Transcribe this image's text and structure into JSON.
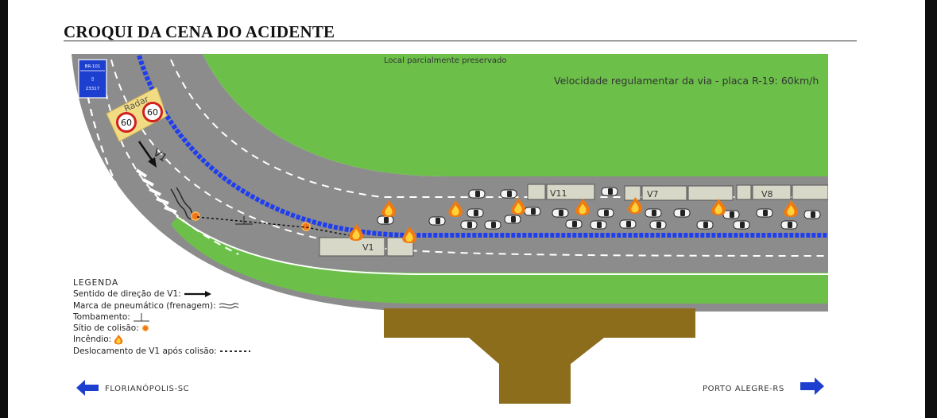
{
  "document": {
    "title": "CROQUI DA CENA DO ACIDENTE"
  },
  "scene": {
    "preserved_note": "Local parcialmente preservado",
    "speed_note": "Velocidade regulamentar da via - placa R-19: 60km/h",
    "road_sign": {
      "line1": "BR-101",
      "line2": "23317"
    },
    "radar_label": "Radar",
    "speed_limit": "60",
    "vehicle_labels": {
      "v1_direction": "V1",
      "v1": "V1",
      "v11": "V11",
      "v7": "V7",
      "v8": "V8"
    },
    "colors": {
      "asphalt": "#8a8a8a",
      "grass": "#6cc04a",
      "median": "#1e3ef0",
      "bridge": "#8b6d1c",
      "radar": "#f1dc84"
    }
  },
  "legend": {
    "heading": "LEGENDA",
    "items": [
      {
        "label": "Sentido de direção de V1:",
        "icon": "arrow-right-icon"
      },
      {
        "label": "Marca de pneumático (frenagem):",
        "icon": "tire-mark-icon"
      },
      {
        "label": "Tombamento:",
        "icon": "rollover-icon"
      },
      {
        "label": "Sítio de colisão:",
        "icon": "collision-icon"
      },
      {
        "label": "Incêndio:",
        "icon": "fire-icon"
      },
      {
        "label": "Deslocamento de V1 após colisão:",
        "icon": "dashed-line-icon"
      }
    ]
  },
  "directions": {
    "left": "FLORIANÓPOLIS-SC",
    "right": "PORTO ALEGRE-RS"
  }
}
